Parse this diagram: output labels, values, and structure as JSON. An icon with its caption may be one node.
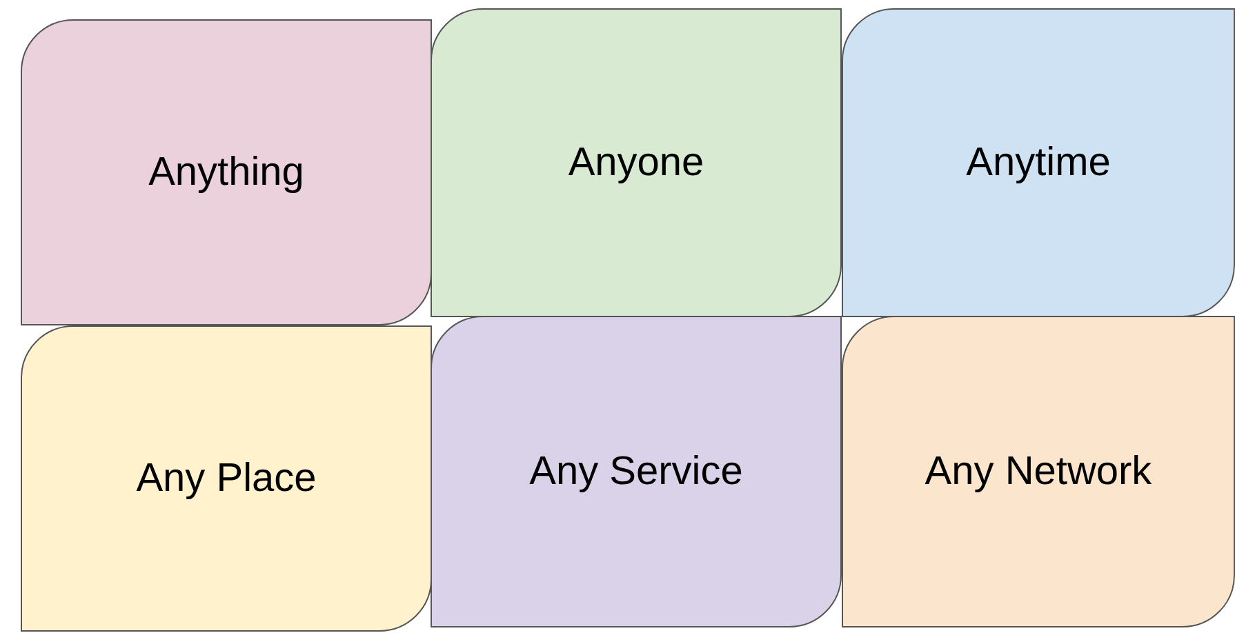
{
  "diagram": {
    "nodes": [
      {
        "text": [
          "Anything"
        ]
      },
      {
        "text": [
          "Anyone"
        ]
      },
      {
        "text": [
          "Anytime"
        ]
      },
      {
        "text": [
          "Any Place"
        ]
      },
      {
        "text": [
          "Any Service"
        ]
      },
      {
        "text": [
          "Any Network"
        ]
      }
    ]
  }
}
